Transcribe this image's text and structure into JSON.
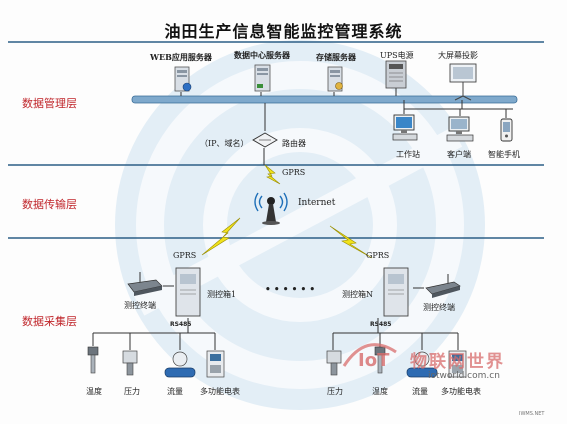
{
  "title": "油田生产信息智能监控管理系统",
  "layers": {
    "management": "数据管理层",
    "transmission": "数据传输层",
    "collection": "数据采集层"
  },
  "servers": {
    "web": "WEB应用服务器",
    "datacenter": "数据中心服务器",
    "storage": "存储服务器",
    "ups": "UPS电源",
    "bigscreen": "大屏幕投影"
  },
  "clients": {
    "workstation": "工作站",
    "client": "客户端",
    "smartphone": "智能手机"
  },
  "router": {
    "ip_domain": "（IP、域名）",
    "label": "路由器"
  },
  "network": {
    "internet": "Internet",
    "gprs": "GPRS"
  },
  "collection": {
    "terminal": "测控终端",
    "box1": "测控箱1",
    "boxN": "测控箱N",
    "ellipsis": "• • • • • •",
    "rs485": "RS485",
    "left_sensors": [
      "温度",
      "压力",
      "流量",
      "多功能电表"
    ],
    "right_sensors": [
      "压力",
      "温度",
      "流量",
      "多功能电表"
    ]
  },
  "watermark": {
    "cn": "物联网世界",
    "url": "iotworld.com.cn"
  },
  "credit": "IWMS.NET"
}
